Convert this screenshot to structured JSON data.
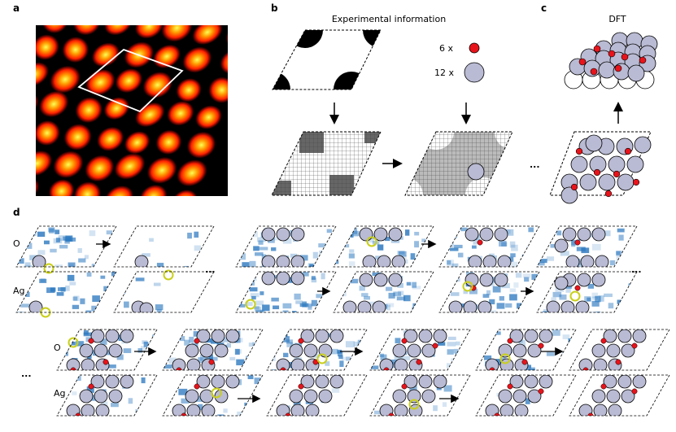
{
  "panels": {
    "a": "a",
    "b": "b",
    "c": "c",
    "d": "d"
  },
  "titles": {
    "experimental": "Experimental information",
    "dft": "DFT"
  },
  "legend": {
    "oxygen_count": "6 x",
    "silver_count": "12 x"
  },
  "row_labels": {
    "o": "O",
    "ag": "Ag"
  },
  "ellipsis": "...",
  "colors": {
    "oxygen": "#e8141b",
    "silver": "#b9bad3",
    "highlight": "#c9cf1a",
    "heatmap_blue": "#2a77bf",
    "stm_hot": "#ff2a00"
  }
}
